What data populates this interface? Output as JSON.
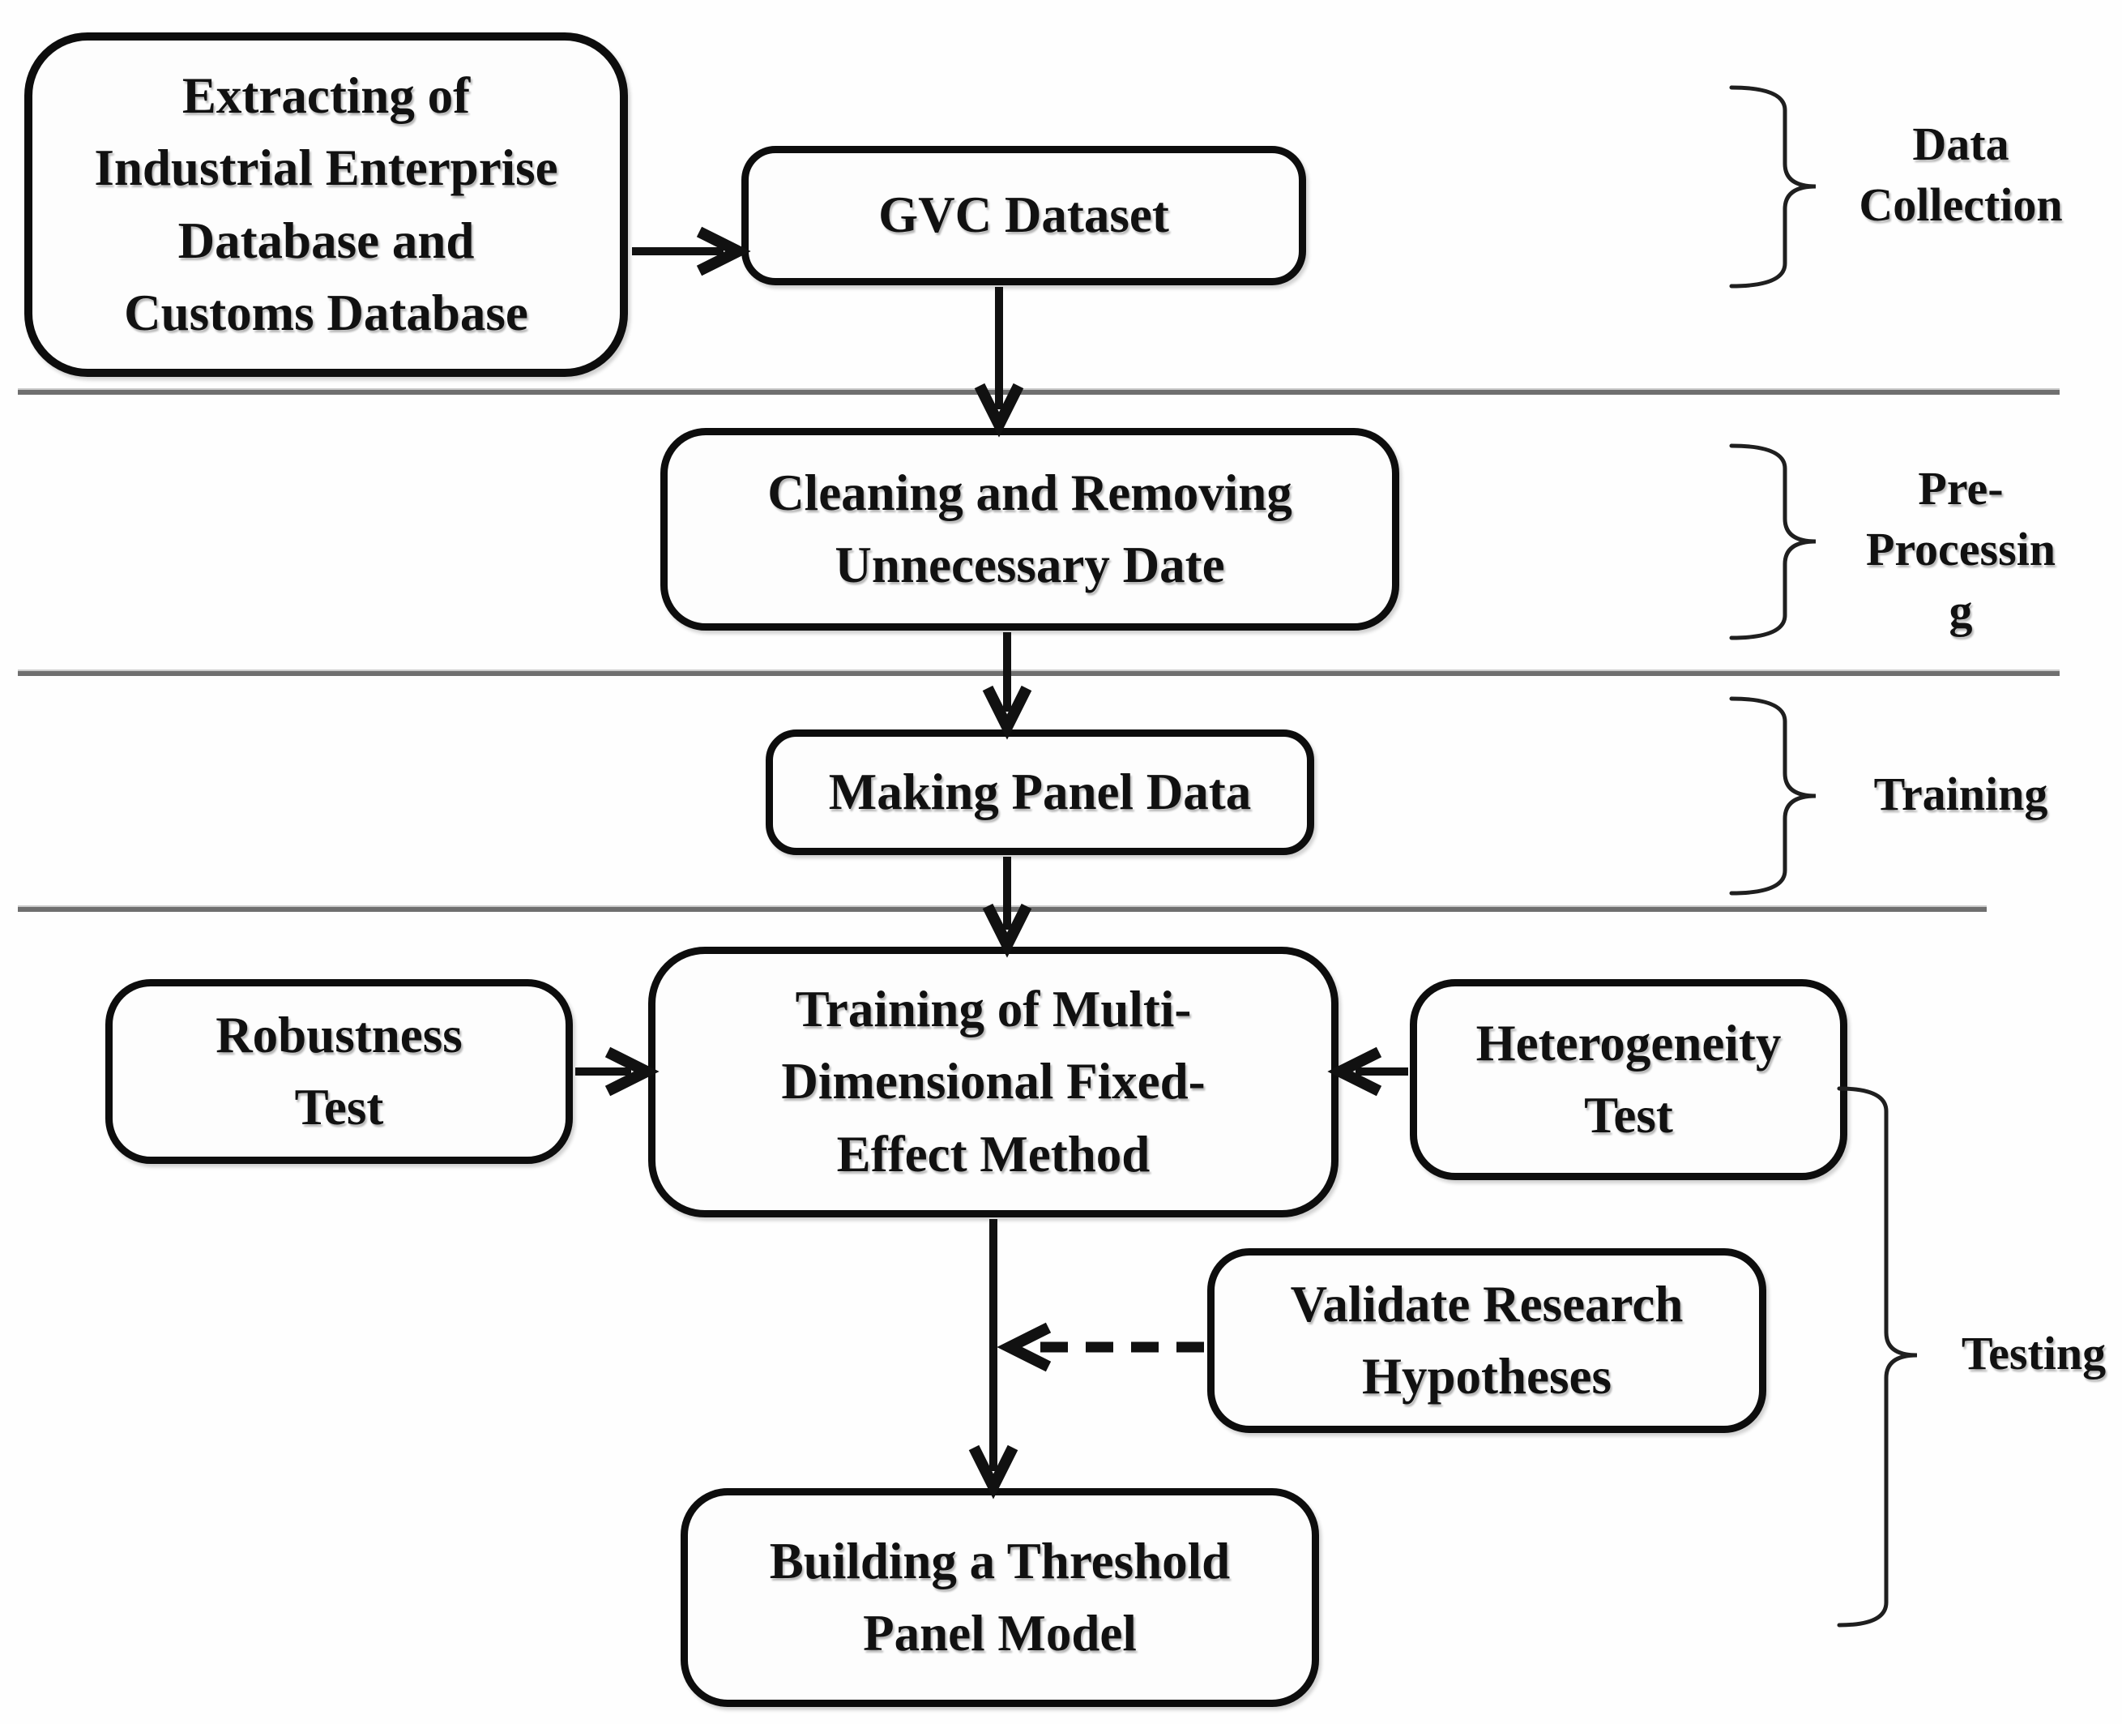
{
  "figure": {
    "title": "Research methodology flowchart",
    "nodes": {
      "extract": {
        "label": "Extracting of\nIndustrial Enterprise\nDatabase and\nCustoms Database"
      },
      "gvc": {
        "label": "GVC Dataset"
      },
      "clean": {
        "label": "Cleaning and Removing\nUnnecessary Date"
      },
      "panel": {
        "label": "Making Panel Data"
      },
      "train": {
        "label": "Training of Multi-\nDimensional Fixed-\nEffect Method"
      },
      "robust": {
        "label": "Robustness\nTest"
      },
      "hetero": {
        "label": "Heterogeneity\nTest"
      },
      "validate": {
        "label": "Validate Research\nHypotheses"
      },
      "build": {
        "label": "Building a Threshold\nPanel Model"
      }
    },
    "stages": {
      "data_collection": {
        "label": "Data\nCollection"
      },
      "pre_processing": {
        "label": "Pre-\nProcessin\ng"
      },
      "training": {
        "label": "Training"
      },
      "testing": {
        "label": "Testing"
      }
    },
    "colors": {
      "background": "#fefefe",
      "node_border": "#0d0d0d",
      "arrow": "#111111",
      "divider": "#6f6f6f",
      "text": "#111111"
    }
  }
}
